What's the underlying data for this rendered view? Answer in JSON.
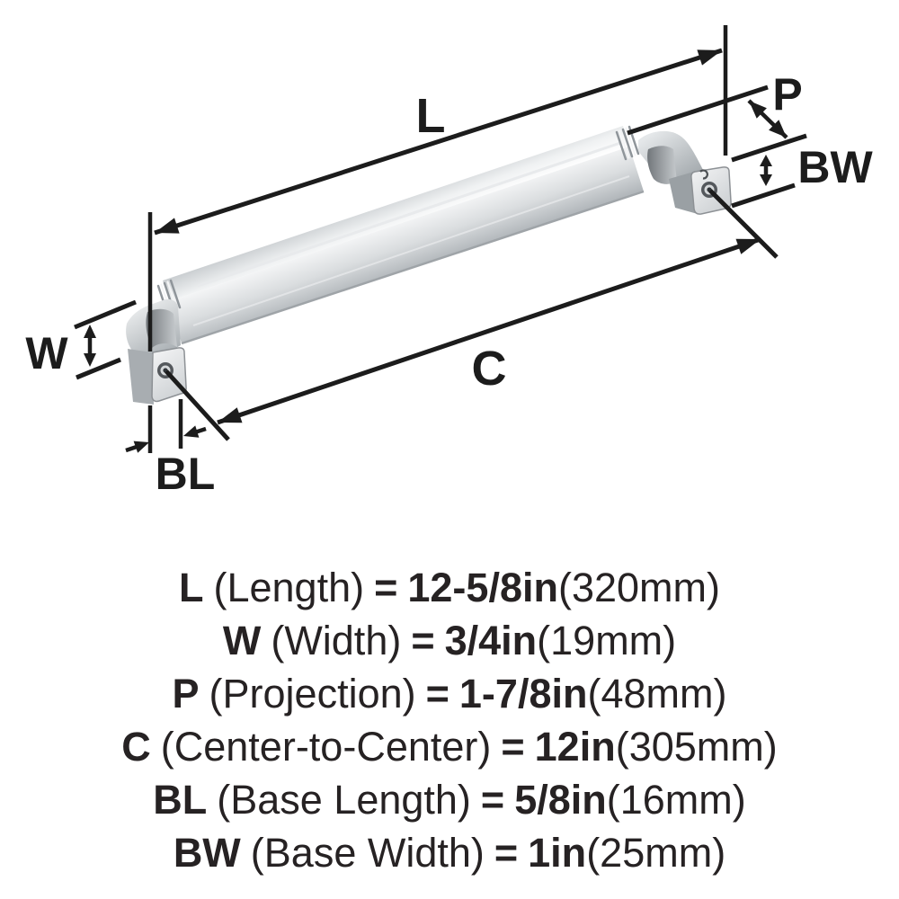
{
  "diagram": {
    "labels": {
      "length": "L",
      "projection": "P",
      "base_width": "BW",
      "width": "W",
      "center": "C",
      "base_length": "BL"
    }
  },
  "legend": {
    "eq": "=",
    "rows": [
      {
        "label": "L",
        "name": "(Length)",
        "value": "12-5/8in",
        "metric": "(320mm)"
      },
      {
        "label": "W",
        "name": "(Width)",
        "value": "3/4in",
        "metric": "(19mm)"
      },
      {
        "label": "P",
        "name": "(Projection)",
        "value": "1-7/8in",
        "metric": "(48mm)"
      },
      {
        "label": "C",
        "name": "(Center-to-Center)",
        "value": "12in",
        "metric": "(305mm)"
      },
      {
        "label": "BL",
        "name": "(Base Length)",
        "value": "5/8in",
        "metric": "(16mm)"
      },
      {
        "label": "BW",
        "name": "(Base Width)",
        "value": "1in",
        "metric": "(25mm)"
      }
    ]
  }
}
